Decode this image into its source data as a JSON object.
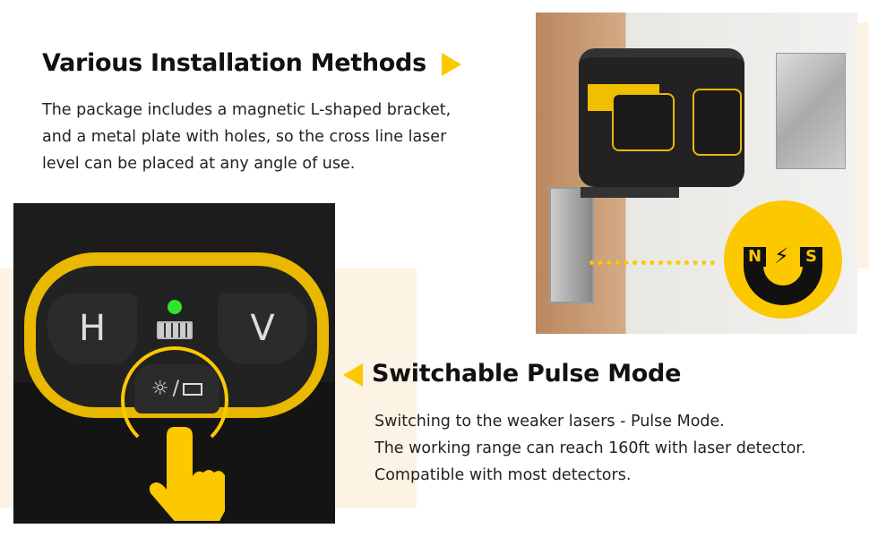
{
  "section1": {
    "title": "Various Installation Methods",
    "body": [
      "The package includes a magnetic L-shaped bracket,",
      "and a metal plate with holes, so the cross line laser",
      "level can be placed at any angle of use."
    ]
  },
  "section2": {
    "title": "Switchable Pulse Mode",
    "body": [
      "Switching to the weaker lasers -  Pulse Mode.",
      "The working range can reach 160ft with laser detector.",
      "Compatible with most detectors."
    ]
  },
  "panel": {
    "h_button": "H",
    "v_button": "V",
    "slash": "/"
  },
  "magnet": {
    "north": "N",
    "south": "S"
  },
  "colors": {
    "accent": "#fcc800",
    "dark": "#1c1c1c",
    "cream": "#fdf3e4",
    "led": "#2ee62e"
  }
}
